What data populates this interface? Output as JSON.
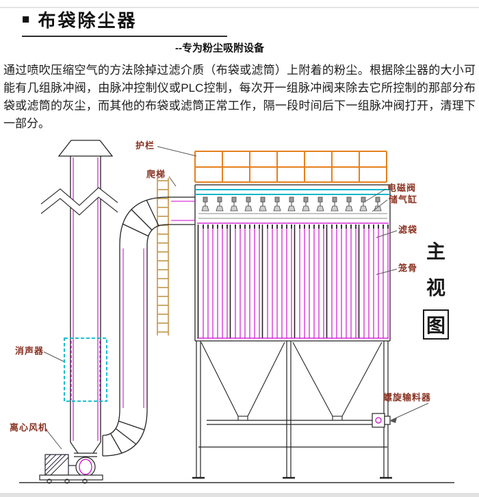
{
  "header": {
    "bullet": "■",
    "title": "布袋除尘器",
    "subtitle": "--专为粉尘吸附设备"
  },
  "intro": {
    "text": "通过喷吹压缩空气的方法除掉过滤介质（布袋或滤筒）上附着的粉尘。根据除尘器的大小可能有几组脉冲阀，由脉冲控制仪或PLC控制，每次开一组脉冲阀来除去它所控制的那部分布袋或滤筒的灰尘，而其他的布袋或滤筒正常工作，隔一段时间后下一组脉冲阀打开，清理下一部分。"
  },
  "diagram": {
    "labels": {
      "guardrail": "护栏",
      "ladder": "爬梯",
      "solenoid_valve": "电磁阀",
      "air_tank": "储气缸",
      "filter_bag": "滤袋",
      "cage": "笼骨",
      "muffler": "消声器",
      "centrifugal_fan": "离心风机",
      "screw_conveyor": "螺旋输料器"
    },
    "view_title_chars": [
      "主",
      "视",
      "图"
    ],
    "colors": {
      "label_text": "#8a3222",
      "guardrail_orange": "#e5801e",
      "filter_magenta": "#cc00cc",
      "plenum_cyan": "#00b6c9",
      "ladder_tan": "#c8a15a",
      "line_black": "#222222"
    }
  }
}
